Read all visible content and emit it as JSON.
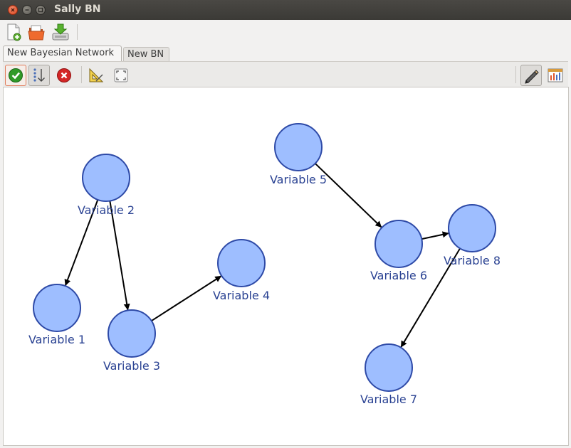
{
  "window": {
    "title": "Sally BN"
  },
  "tabs": [
    {
      "label": "New Bayesian Network",
      "active": true
    },
    {
      "label": "New BN",
      "active": false
    }
  ],
  "colors": {
    "node_fill": "#9ebeff",
    "node_stroke": "#2e4aa7",
    "label": "#2b4393",
    "edge": "#000000"
  },
  "network": {
    "nodes": [
      {
        "id": "v1",
        "label": "Variable 1"
      },
      {
        "id": "v2",
        "label": "Variable 2"
      },
      {
        "id": "v3",
        "label": "Variable 3"
      },
      {
        "id": "v4",
        "label": "Variable 4"
      },
      {
        "id": "v5",
        "label": "Variable 5"
      },
      {
        "id": "v6",
        "label": "Variable 6"
      },
      {
        "id": "v7",
        "label": "Variable 7"
      },
      {
        "id": "v8",
        "label": "Variable 8"
      }
    ],
    "edges": [
      {
        "from": "v2",
        "to": "v1"
      },
      {
        "from": "v2",
        "to": "v3"
      },
      {
        "from": "v3",
        "to": "v4"
      },
      {
        "from": "v5",
        "to": "v6"
      },
      {
        "from": "v6",
        "to": "v8"
      },
      {
        "from": "v8",
        "to": "v7"
      }
    ]
  }
}
